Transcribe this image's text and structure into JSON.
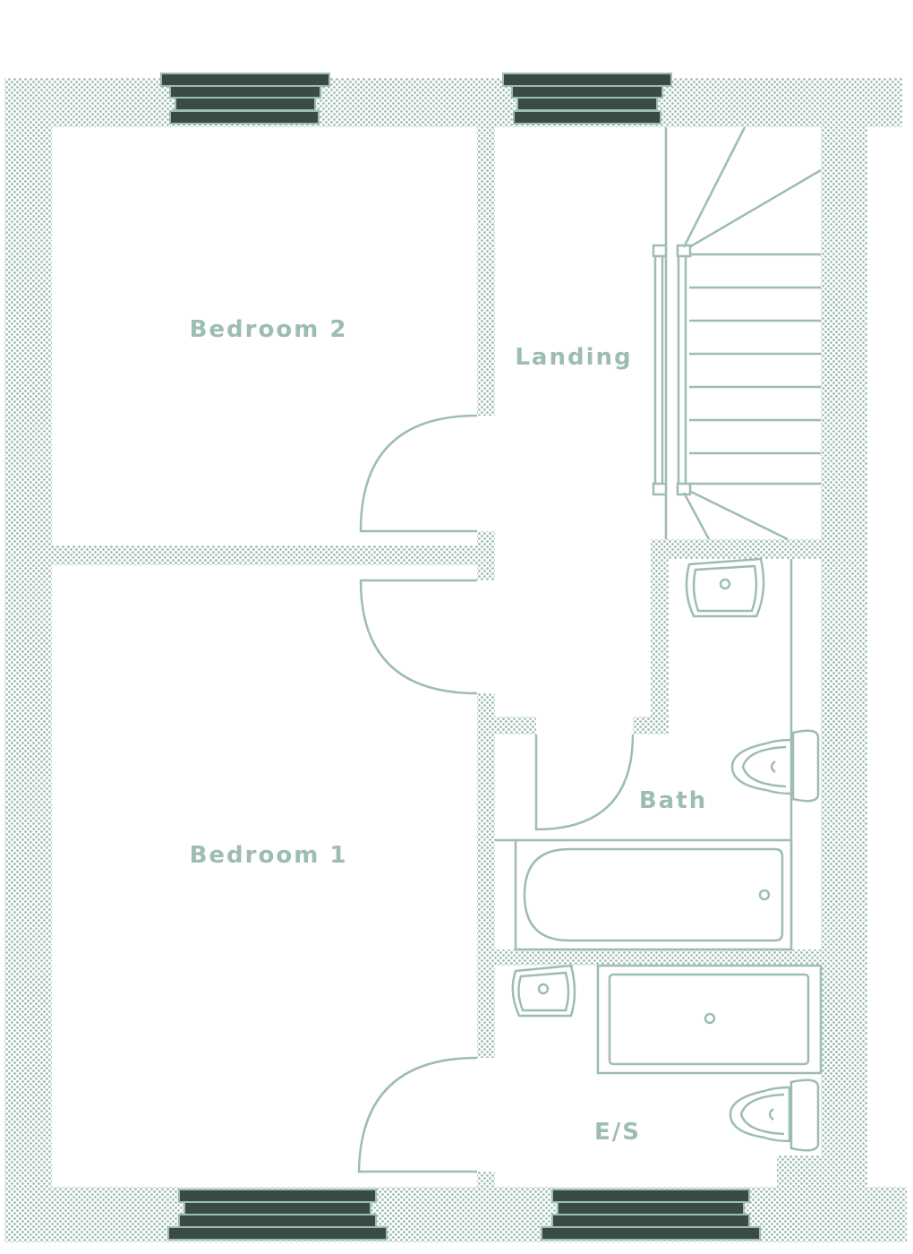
{
  "rooms": {
    "bedroom2": "Bedroom 2",
    "landing": "Landing",
    "bedroom1": "Bedroom 1",
    "bath": "Bath",
    "ensuite": "E/S"
  },
  "colors": {
    "wall_fill": "#9dbdb0",
    "wall_bg": "#ffffff",
    "line": "#9dbdb0",
    "window_glass": "#3a4b46",
    "label": "#9dbdb0"
  }
}
